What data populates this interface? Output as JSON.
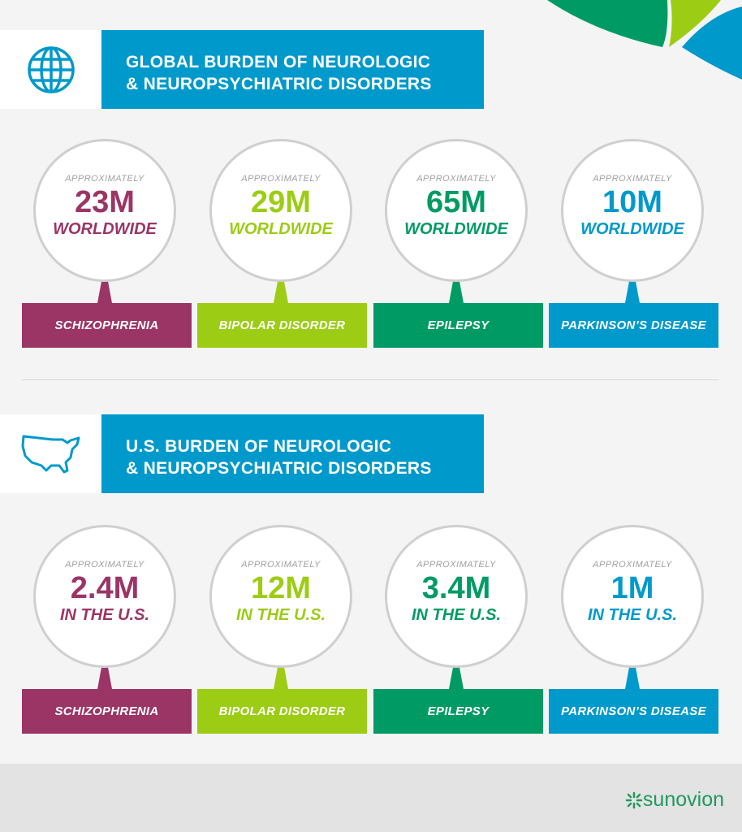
{
  "colors": {
    "schizophrenia": "#9b3566",
    "bipolar": "#9ccc14",
    "epilepsy": "#009b64",
    "parkinsons": "#0099cc",
    "header": "#0099cc"
  },
  "sections": [
    {
      "title_line1": "GLOBAL BURDEN OF NEUROLOGIC",
      "title_line2": "& NEUROPSYCHIATRIC DISORDERS",
      "icon": "globe-icon",
      "items": [
        {
          "approx": "APPROXIMATELY",
          "value": "23M",
          "scope": "WORLDWIDE",
          "label": "SCHIZOPHRENIA",
          "color": "#9b3566"
        },
        {
          "approx": "APPROXIMATELY",
          "value": "29M",
          "scope": "WORLDWIDE",
          "label": "BIPOLAR DISORDER",
          "color": "#9ccc14"
        },
        {
          "approx": "APPROXIMATELY",
          "value": "65M",
          "scope": "WORLDWIDE",
          "label": "EPILEPSY",
          "color": "#009b64"
        },
        {
          "approx": "APPROXIMATELY",
          "value": "10M",
          "scope": "WORLDWIDE",
          "label": "PARKINSON’S DISEASE",
          "color": "#0099cc"
        }
      ]
    },
    {
      "title_line1": "U.S. BURDEN OF NEUROLOGIC",
      "title_line2": "& NEUROPSYCHIATRIC DISORDERS",
      "icon": "us-map-icon",
      "items": [
        {
          "approx": "APPROXIMATELY",
          "value": "2.4M",
          "scope": "IN THE U.S.",
          "label": "SCHIZOPHRENIA",
          "color": "#9b3566"
        },
        {
          "approx": "APPROXIMATELY",
          "value": "12M",
          "scope": "IN THE U.S.",
          "label": "BIPOLAR DISORDER",
          "color": "#9ccc14"
        },
        {
          "approx": "APPROXIMATELY",
          "value": "3.4M",
          "scope": "IN THE U.S.",
          "label": "EPILEPSY",
          "color": "#009b64"
        },
        {
          "approx": "APPROXIMATELY",
          "value": "1M",
          "scope": "IN THE U.S.",
          "label": "PARKINSON’S DISEASE",
          "color": "#0099cc"
        }
      ]
    }
  ],
  "footer": {
    "brand": "sunovion"
  }
}
